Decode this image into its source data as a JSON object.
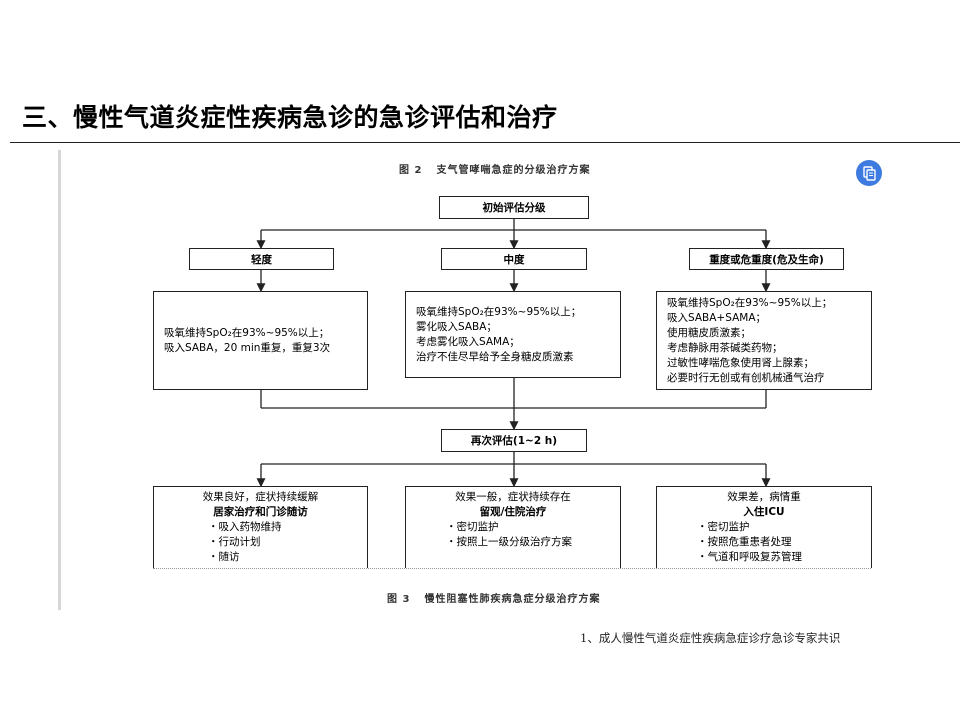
{
  "slide": {
    "title": "三、慢性气道炎症性疾病急诊的急诊评估和治疗",
    "footnote": "1、成人慢性气道炎症性疾病急症诊疗急诊专家共识"
  },
  "figure2": {
    "label": "图 2",
    "caption": "支气管哮喘急症的分级治疗方案",
    "initial": "初始评估分级",
    "levels": [
      {
        "title": "轻度",
        "lines": [
          "吸氧维持SpO₂在93%~95%以上；",
          "吸入SABA，20 min重复，重复3次"
        ]
      },
      {
        "title": "中度",
        "lines": [
          "吸氧维持SpO₂在93%~95%以上；",
          "雾化吸入SABA；",
          "考虑雾化吸入SAMA；",
          "治疗不佳尽早给予全身糖皮质激素"
        ]
      },
      {
        "title": "重度或危重度(危及生命)",
        "lines": [
          "吸氧维持SpO₂在93%~95%以上；",
          "吸入SABA+SAMA；",
          "使用糖皮质激素；",
          "考虑静脉用茶碱类药物；",
          "过敏性哮喘危象使用肾上腺素；",
          "必要时行无创或有创机械通气治疗"
        ]
      }
    ],
    "reassess": "再次评估(1~2 h)",
    "outcomes": [
      {
        "status": "效果良好，症状持续缓解",
        "plan": "居家治疗和门诊随访",
        "items": [
          "・吸入药物维持",
          "・行动计划",
          "・随访"
        ]
      },
      {
        "status": "效果一般，症状持续存在",
        "plan": "留观/住院治疗",
        "items": [
          "・密切监护",
          "・按照上一级分级治疗方案"
        ]
      },
      {
        "status": "效果差，病情重",
        "plan": "入住ICU",
        "items": [
          "・密切监护",
          "・按照危重患者处理",
          "・气道和呼吸复苏管理"
        ]
      }
    ]
  },
  "figure3": {
    "label": "图 3",
    "caption": "慢性阻塞性肺疾病急症分级治疗方案"
  },
  "colors": {
    "badge": "#3d7be0",
    "border": "#222222"
  },
  "icons": {
    "badge": "copy-document-icon"
  }
}
